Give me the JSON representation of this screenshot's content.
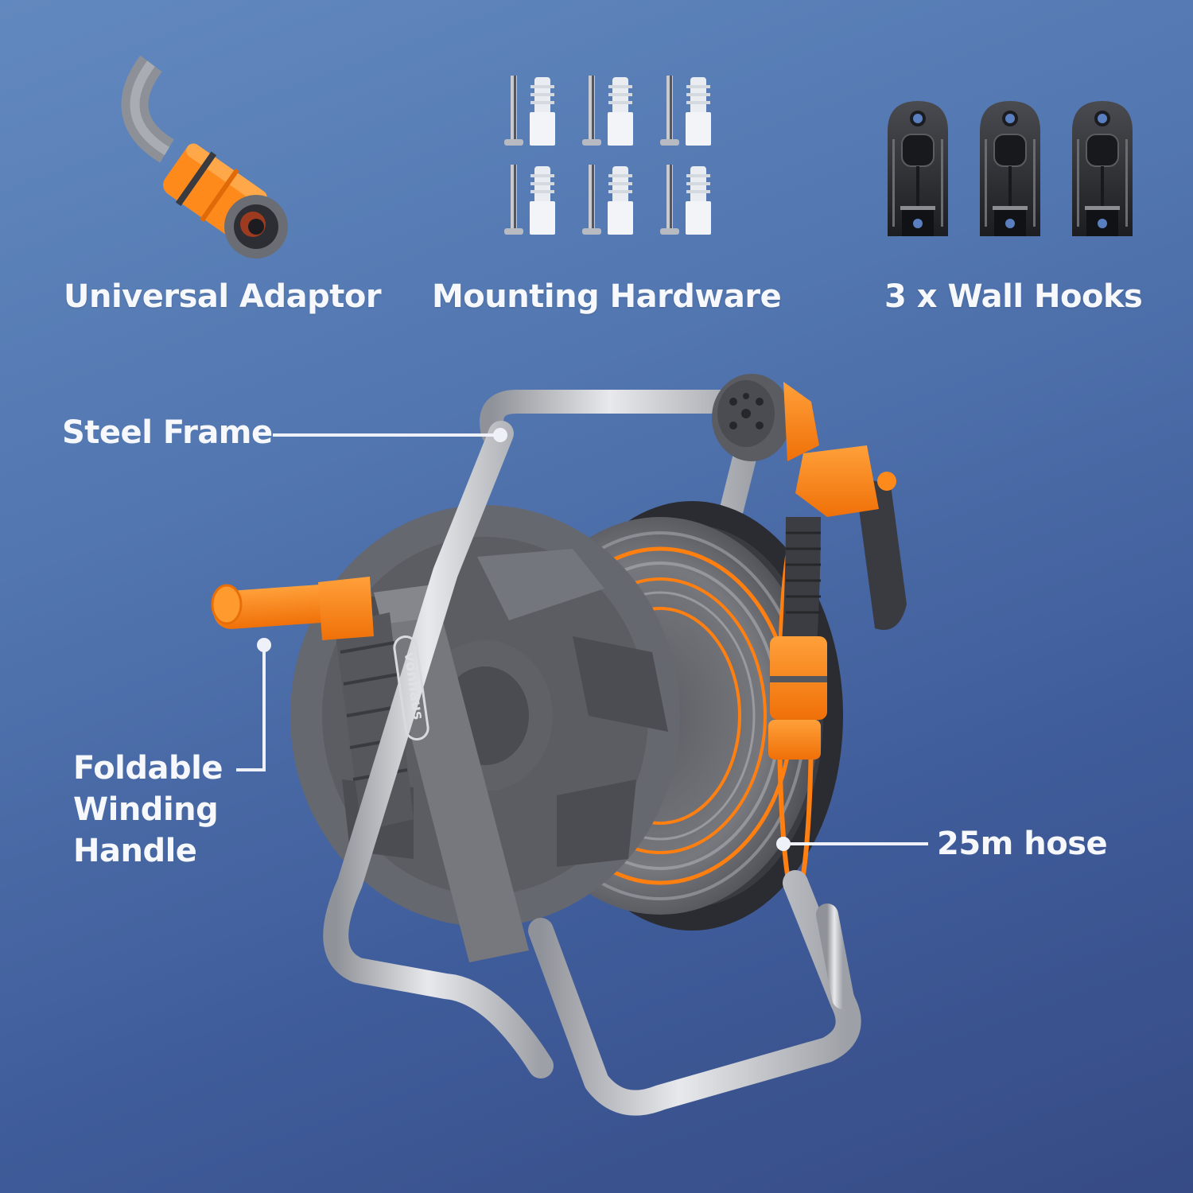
{
  "accessories": [
    {
      "label": "Universal Adaptor",
      "icon": "hose-adaptor-icon"
    },
    {
      "label": "Mounting Hardware",
      "icon": "screws-and-plugs-icon",
      "count": 6
    },
    {
      "label": "3 x Wall Hooks",
      "icon": "wall-hook-icon",
      "count": 3
    }
  ],
  "callouts": {
    "steel_frame": "Steel Frame",
    "handle_line1": "Foldable",
    "handle_line2": "Winding",
    "handle_line3": "Handle",
    "hose": "25m hose"
  },
  "product": {
    "brand_logo": "vonhaus"
  },
  "colors": {
    "background_top": "#6289bf",
    "background_bottom": "#364b85",
    "accent_orange": "#ff7f11",
    "reel_grey": "#66686f",
    "frame_silver": "#c9cbd0",
    "text": "#f6f8fc"
  }
}
